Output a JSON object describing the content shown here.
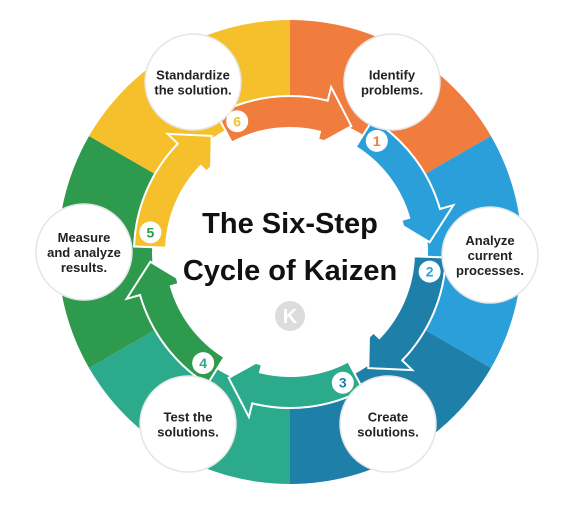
{
  "title_lines": [
    "The Six-Step",
    "Cycle of Kaizen"
  ],
  "logo_letter": "K",
  "colors": {
    "identify": "#F07C3E",
    "analyze": "#2B9FD9",
    "create": "#1E7FA8",
    "test": "#2BAA8C",
    "measure": "#2E9A4E",
    "standardize": "#F5C02C",
    "title": "#111111",
    "bubble_border": "#e6e6e6",
    "logo_bg": "#dcdcdc"
  },
  "steps": [
    {
      "number": "1",
      "lines": [
        "Identify",
        "problems."
      ],
      "color": "#F07C3E"
    },
    {
      "number": "2",
      "lines": [
        "Analyze",
        "current",
        "processes."
      ],
      "color": "#2B9FD9"
    },
    {
      "number": "3",
      "lines": [
        "Create",
        "solutions."
      ],
      "color": "#1E7FA8"
    },
    {
      "number": "4",
      "lines": [
        "Test the",
        "solutions."
      ],
      "color": "#2BAA8C"
    },
    {
      "number": "5",
      "lines": [
        "Measure",
        "and analyze",
        "results."
      ],
      "color": "#2E9A4E"
    },
    {
      "number": "6",
      "lines": [
        "Standardize",
        "the solution."
      ],
      "color": "#F5C02C"
    }
  ]
}
